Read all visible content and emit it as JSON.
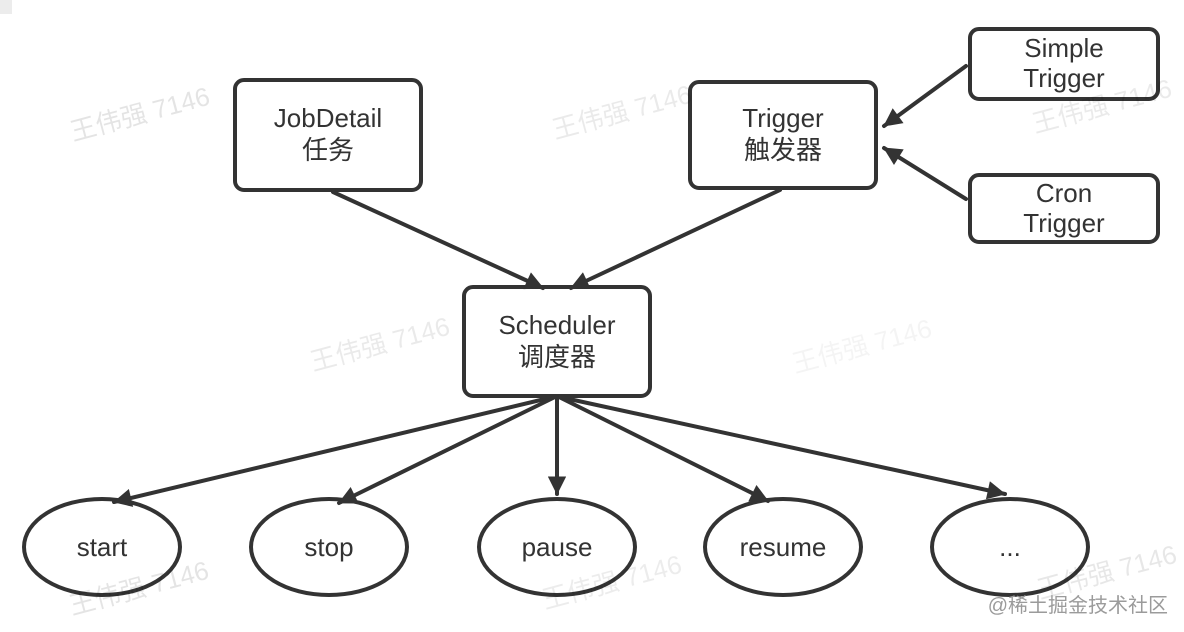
{
  "diagram": {
    "title_hint": "Quartz scheduler components diagram",
    "nodes": {
      "jobdetail": {
        "line1": "JobDetail",
        "line2": "任务"
      },
      "trigger": {
        "line1": "Trigger",
        "line2": "触发器"
      },
      "simple_trigger": {
        "line1": "Simple",
        "line2": "Trigger"
      },
      "cron_trigger": {
        "line1": "Cron",
        "line2": "Trigger"
      },
      "scheduler": {
        "line1": "Scheduler",
        "line2": "调度器"
      },
      "start": {
        "label": "start"
      },
      "stop": {
        "label": "stop"
      },
      "pause": {
        "label": "pause"
      },
      "resume": {
        "label": "resume"
      },
      "more": {
        "label": "..."
      }
    },
    "edges": [
      {
        "from": "jobdetail",
        "to": "scheduler"
      },
      {
        "from": "trigger",
        "to": "scheduler"
      },
      {
        "from": "simple_trigger",
        "to": "trigger"
      },
      {
        "from": "cron_trigger",
        "to": "trigger"
      },
      {
        "from": "scheduler",
        "to": "start"
      },
      {
        "from": "scheduler",
        "to": "stop"
      },
      {
        "from": "scheduler",
        "to": "pause"
      },
      {
        "from": "scheduler",
        "to": "resume"
      },
      {
        "from": "scheduler",
        "to": "more"
      }
    ],
    "colors": {
      "stroke": "#333333",
      "text": "#333333",
      "background": "#ffffff",
      "watermark": "#e9e9e9",
      "credit": "#9b9b9b"
    }
  },
  "watermark": {
    "text": "王伟强 7146"
  },
  "footer": {
    "credit": "@稀土掘金技术社区"
  }
}
